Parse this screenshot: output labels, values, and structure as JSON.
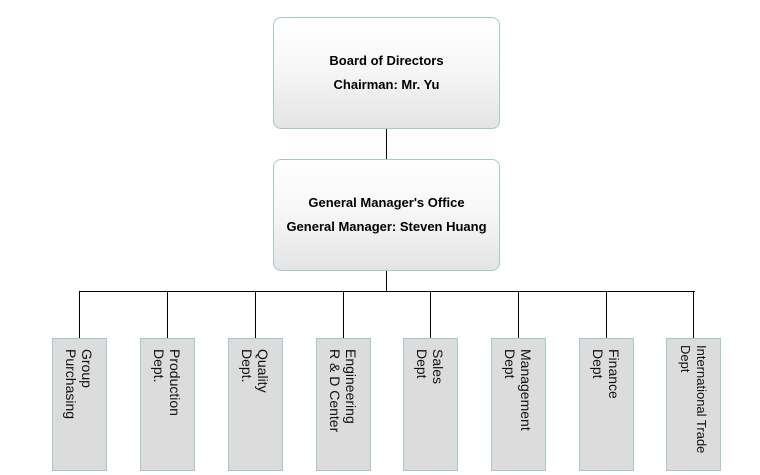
{
  "board": {
    "title": "Board of Directors",
    "subtitle": "Chairman: Mr. Yu"
  },
  "gm_office": {
    "title": "General Manager's Office",
    "subtitle": "General Manager: Steven Huang"
  },
  "departments": [
    {
      "line1": "Group",
      "line2": "Purchasing"
    },
    {
      "line1": "Production",
      "line2": "Dept."
    },
    {
      "line1": "Quality",
      "line2": "Dept."
    },
    {
      "line1": "Engineering",
      "line2": "R & D Center"
    },
    {
      "line1": "Sales",
      "line2": "Dept"
    },
    {
      "line1": "Management",
      "line2": "Dept"
    },
    {
      "line1": "Finance",
      "line2": "Dept"
    },
    {
      "line1": "International Trade",
      "line2": "Dept"
    }
  ],
  "colors": {
    "box_border": "#a9c7cf",
    "dept_fill": "#dcdcdc",
    "connector": "#000000"
  }
}
